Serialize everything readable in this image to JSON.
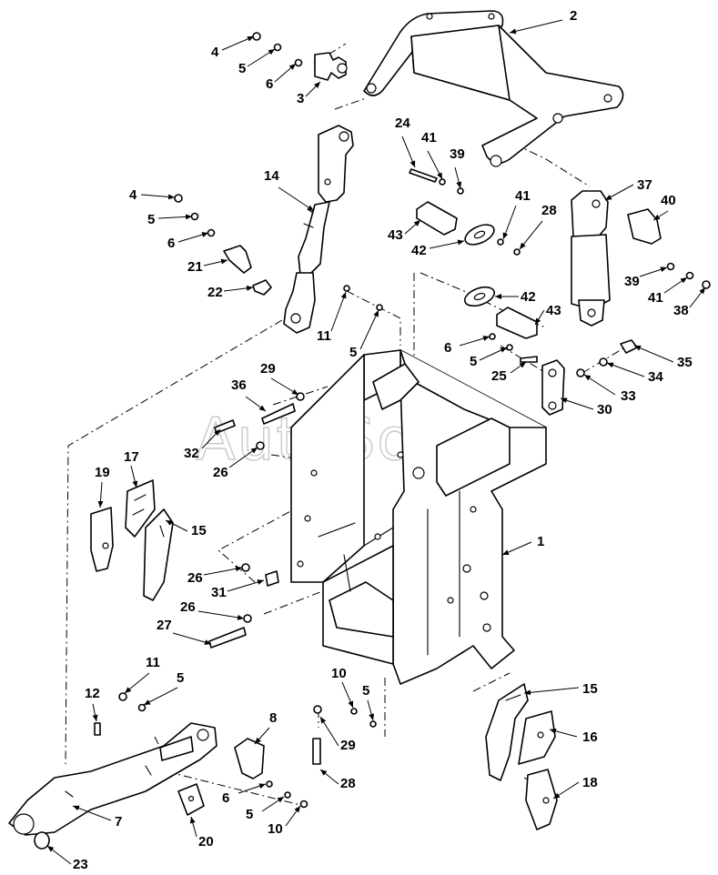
{
  "watermark": "AutoSoft",
  "arrowhead": "arrow-icon",
  "callouts": [
    {
      "id": "c-4a",
      "label": "4"
    },
    {
      "id": "c-5a",
      "label": "5"
    },
    {
      "id": "c-6a",
      "label": "6"
    },
    {
      "id": "c-3",
      "label": "3"
    },
    {
      "id": "c-2",
      "label": "2"
    },
    {
      "id": "c-24",
      "label": "24"
    },
    {
      "id": "c-41a",
      "label": "41"
    },
    {
      "id": "c-39a",
      "label": "39"
    },
    {
      "id": "c-14",
      "label": "14"
    },
    {
      "id": "c-4b",
      "label": "4"
    },
    {
      "id": "c-5b",
      "label": "5"
    },
    {
      "id": "c-6b",
      "label": "6"
    },
    {
      "id": "c-21",
      "label": "21"
    },
    {
      "id": "c-22",
      "label": "22"
    },
    {
      "id": "c-43a",
      "label": "43"
    },
    {
      "id": "c-42a",
      "label": "42"
    },
    {
      "id": "c-41b",
      "label": "41"
    },
    {
      "id": "c-28a",
      "label": "28"
    },
    {
      "id": "c-37",
      "label": "37"
    },
    {
      "id": "c-40",
      "label": "40"
    },
    {
      "id": "c-39b",
      "label": "39"
    },
    {
      "id": "c-41c",
      "label": "41"
    },
    {
      "id": "c-38",
      "label": "38"
    },
    {
      "id": "c-42b",
      "label": "42"
    },
    {
      "id": "c-43b",
      "label": "43"
    },
    {
      "id": "c-11a",
      "label": "11"
    },
    {
      "id": "c-5c",
      "label": "5"
    },
    {
      "id": "c-6c",
      "label": "6"
    },
    {
      "id": "c-5d",
      "label": "5"
    },
    {
      "id": "c-25",
      "label": "25"
    },
    {
      "id": "c-35",
      "label": "35"
    },
    {
      "id": "c-34",
      "label": "34"
    },
    {
      "id": "c-33",
      "label": "33"
    },
    {
      "id": "c-30",
      "label": "30"
    },
    {
      "id": "c-29a",
      "label": "29"
    },
    {
      "id": "c-36",
      "label": "36"
    },
    {
      "id": "c-32",
      "label": "32"
    },
    {
      "id": "c-26a",
      "label": "26"
    },
    {
      "id": "c-17",
      "label": "17"
    },
    {
      "id": "c-19",
      "label": "19"
    },
    {
      "id": "c-15a",
      "label": "15"
    },
    {
      "id": "c-1",
      "label": "1"
    },
    {
      "id": "c-26b",
      "label": "26"
    },
    {
      "id": "c-31",
      "label": "31"
    },
    {
      "id": "c-26c",
      "label": "26"
    },
    {
      "id": "c-27",
      "label": "27"
    },
    {
      "id": "c-11b",
      "label": "11"
    },
    {
      "id": "c-5e",
      "label": "5"
    },
    {
      "id": "c-12",
      "label": "12"
    },
    {
      "id": "c-10a",
      "label": "10"
    },
    {
      "id": "c-5f",
      "label": "5"
    },
    {
      "id": "c-15b",
      "label": "15"
    },
    {
      "id": "c-8",
      "label": "8"
    },
    {
      "id": "c-16",
      "label": "16"
    },
    {
      "id": "c-29b",
      "label": "29"
    },
    {
      "id": "c-28b",
      "label": "28"
    },
    {
      "id": "c-18",
      "label": "18"
    },
    {
      "id": "c-6d",
      "label": "6"
    },
    {
      "id": "c-5g",
      "label": "5"
    },
    {
      "id": "c-10b",
      "label": "10"
    },
    {
      "id": "c-7",
      "label": "7"
    },
    {
      "id": "c-20",
      "label": "20"
    },
    {
      "id": "c-23",
      "label": "23"
    }
  ]
}
